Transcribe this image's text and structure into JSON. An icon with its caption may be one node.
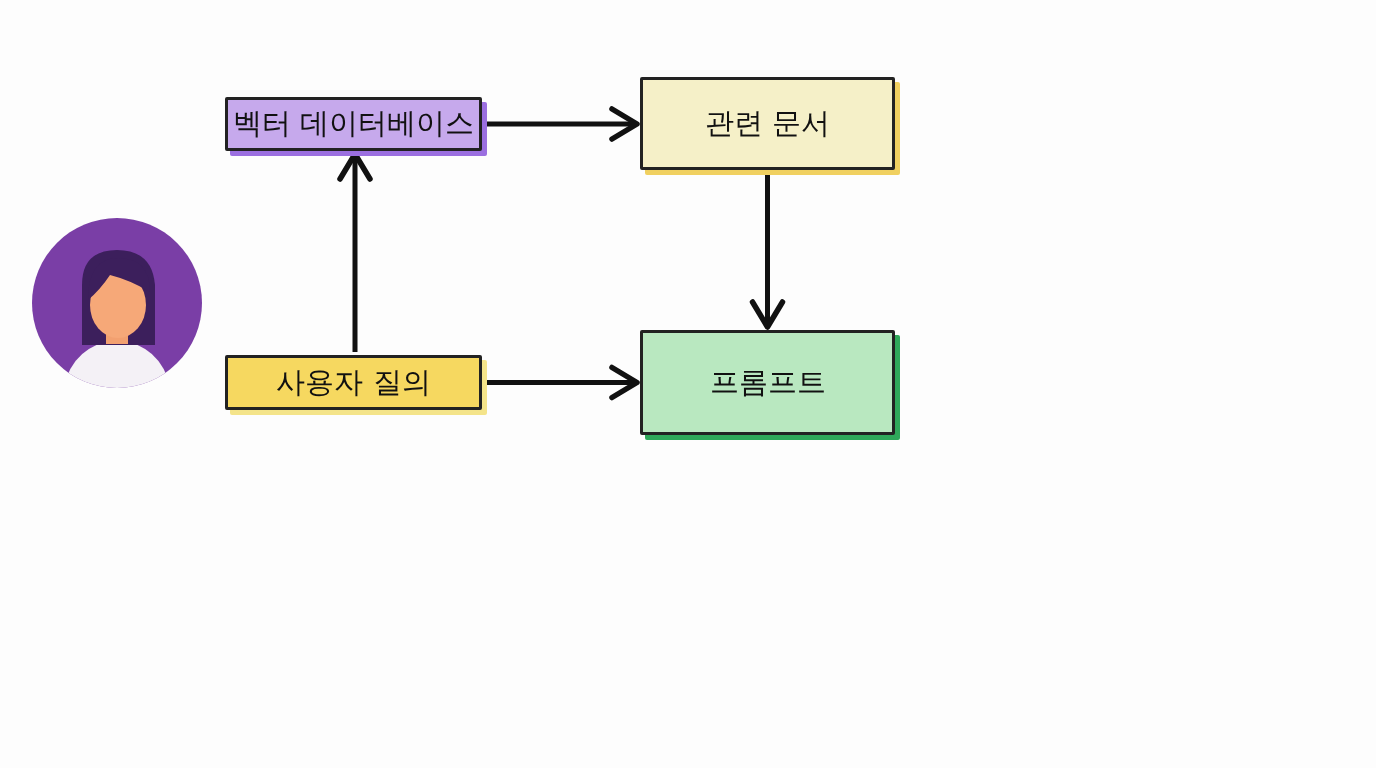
{
  "diagram": {
    "nodes": [
      {
        "text": [
          "벡터 데이터베이스"
        ]
      },
      {
        "text": [
          "관련 문서"
        ]
      },
      {
        "text": [
          "사용자 질의"
        ]
      },
      {
        "text": [
          "프롬프트"
        ]
      }
    ],
    "edges": [
      {
        "from": 2,
        "to": 0,
        "arrow": "to"
      },
      {
        "from": 0,
        "to": 1,
        "arrow": "to"
      },
      {
        "from": 1,
        "to": 3,
        "arrow": "to"
      },
      {
        "from": 2,
        "to": 3,
        "arrow": "to"
      }
    ]
  }
}
